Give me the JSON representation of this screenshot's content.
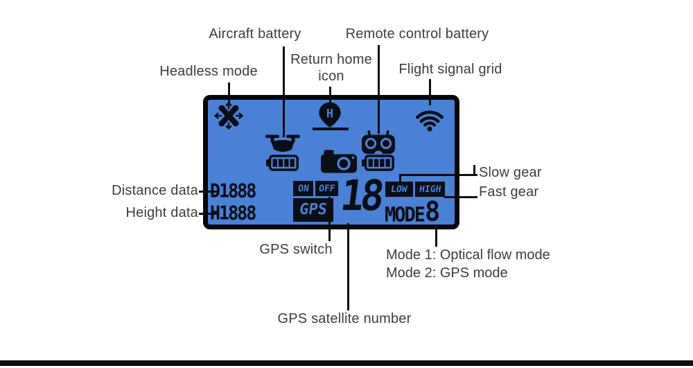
{
  "colors": {
    "lcd_blue": "#4a80d5",
    "lcd_dark": "#0a0e16",
    "label_text": "#3d3d3d",
    "leader_line": "#0d0d0d"
  },
  "labels": {
    "aircraft_battery": "Aircraft battery",
    "remote_control_battery": "Remote control battery",
    "headless_mode": "Headless mode",
    "return_home_icon": "Return home icon",
    "flight_signal_grid": "Flight signal grid",
    "distance_data": "Distance data",
    "height_data": "Height data",
    "slow_gear": "Slow gear",
    "fast_gear": "Fast gear",
    "gps_switch": "GPS switch",
    "mode_1": "Mode 1: Optical flow mode",
    "mode_2": "Mode 2: GPS mode",
    "gps_satellite_number": "GPS satellite number"
  },
  "lcd": {
    "distance_display": "D1888",
    "height_display": "H1888",
    "gps_on_label": "ON",
    "gps_off_label": "OFF",
    "gps_label": "GPS",
    "satellite_count": "18",
    "gear_low_label": "LOW",
    "gear_high_label": "HIGH",
    "mode_label": "MODE",
    "mode_value": "8",
    "return_home_letter": "H",
    "icons": {
      "headless": "headless-mode-icon",
      "aircraft_battery": "drone-with-battery-icon",
      "return_home": "return-home-pin-icon",
      "camera": "camera-icon",
      "remote_battery": "remote-control-with-battery-icon",
      "signal": "wifi-signal-icon"
    }
  }
}
